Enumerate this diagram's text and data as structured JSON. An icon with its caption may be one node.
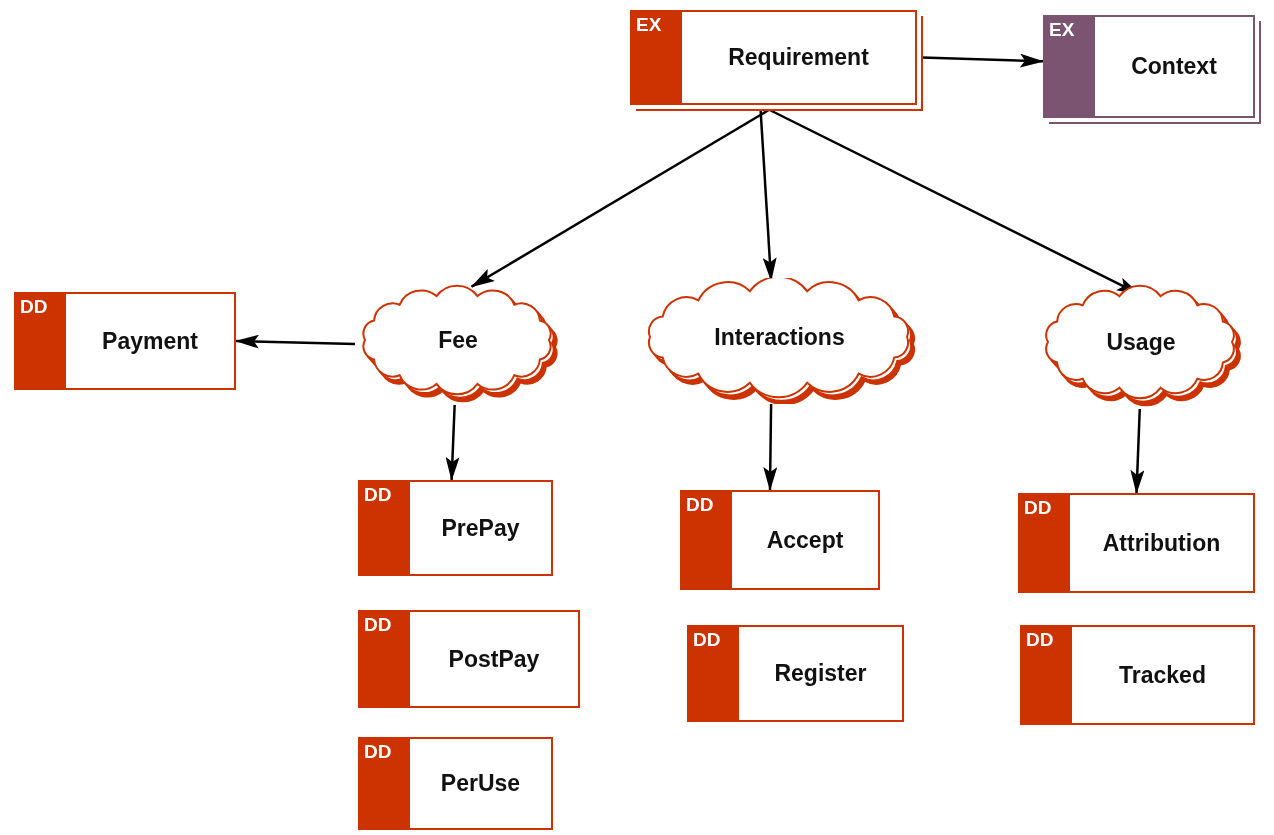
{
  "diagram": {
    "nodes": [
      {
        "text": [
          "EX",
          "Requirement"
        ]
      },
      {
        "text": [
          "EX",
          "Context"
        ]
      },
      {
        "text": [
          "DD",
          "Payment"
        ]
      },
      {
        "text": [
          "Fee"
        ]
      },
      {
        "text": [
          "Interactions"
        ]
      },
      {
        "text": [
          "Usage"
        ]
      },
      {
        "text": [
          "DD",
          "PrePay"
        ]
      },
      {
        "text": [
          "DD",
          "Accept"
        ]
      },
      {
        "text": [
          "DD",
          "Attribution"
        ]
      },
      {
        "text": [
          "DD",
          "PostPay"
        ]
      },
      {
        "text": [
          "DD",
          "Register"
        ]
      },
      {
        "text": [
          "DD",
          "Tracked"
        ]
      },
      {
        "text": [
          "DD",
          "PerUse"
        ]
      }
    ],
    "edges": [
      {
        "from": 0,
        "to": 1,
        "arrow": "to"
      },
      {
        "from": 0,
        "to": 3,
        "arrow": "to"
      },
      {
        "from": 0,
        "to": 4,
        "arrow": "to"
      },
      {
        "from": 0,
        "to": 5,
        "arrow": "to"
      },
      {
        "from": 3,
        "to": 2,
        "arrow": "to"
      },
      {
        "from": 3,
        "to": 6,
        "arrow": "to"
      },
      {
        "from": 4,
        "to": 7,
        "arrow": "to"
      },
      {
        "from": 5,
        "to": 8,
        "arrow": "to"
      }
    ]
  }
}
